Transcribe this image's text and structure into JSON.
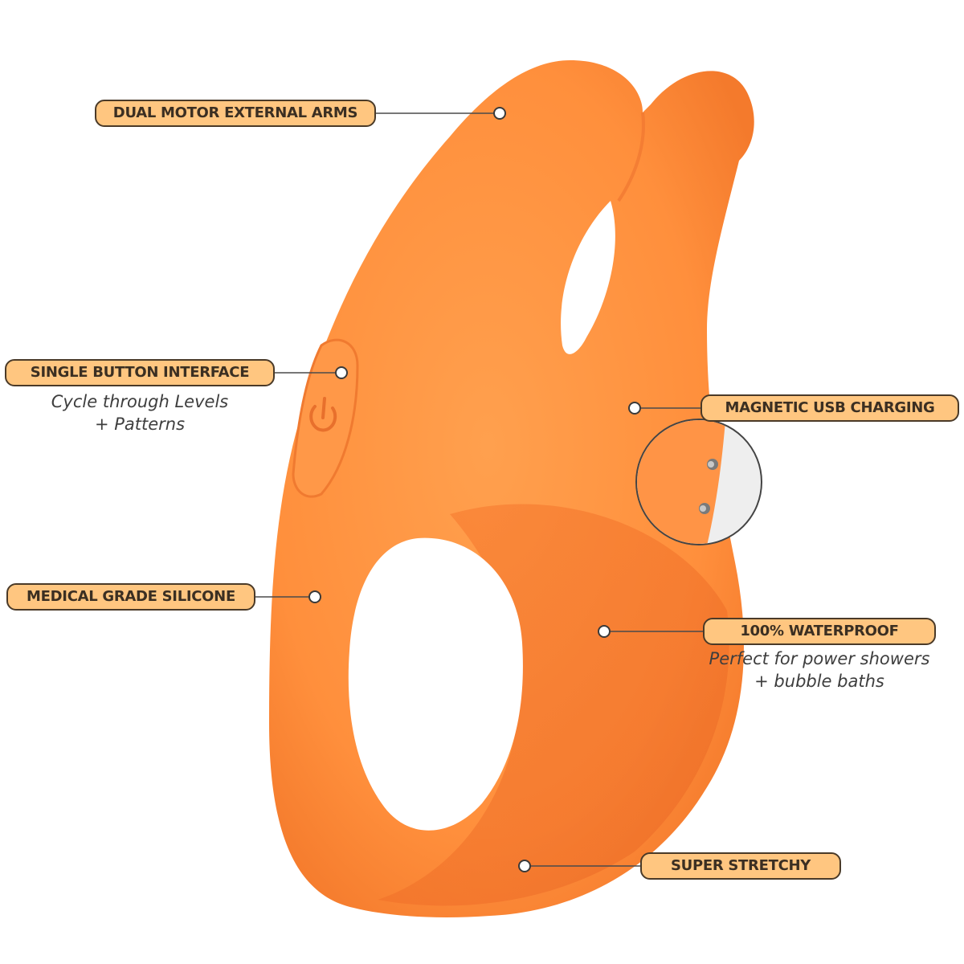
{
  "colors": {
    "product": "#ff8f3c",
    "product_shadow": "#f06a28",
    "label_fill": "#ffc680",
    "label_border": "#4a3a28",
    "label_text": "#3b2f22",
    "sub_text": "#3e3e3e",
    "leader": "#4a4a4a"
  },
  "labels": {
    "dual_motor": "DUAL MOTOR EXTERNAL ARMS",
    "single_button": "SINGLE BUTTON INTERFACE",
    "single_button_sub_1": "Cycle through Levels",
    "single_button_sub_2": "+ Patterns",
    "magnetic_usb": "MAGNETIC USB CHARGING",
    "medical_silicone": "MEDICAL GRADE SILICONE",
    "waterproof": "100% WATERPROOF",
    "waterproof_sub_1": "Perfect for power showers",
    "waterproof_sub_2": "+ bubble baths",
    "stretchy": "SUPER STRETCHY"
  },
  "icons": {
    "power_button": "power-icon",
    "charging_pins": "magnetic-charging-pins-icon"
  }
}
